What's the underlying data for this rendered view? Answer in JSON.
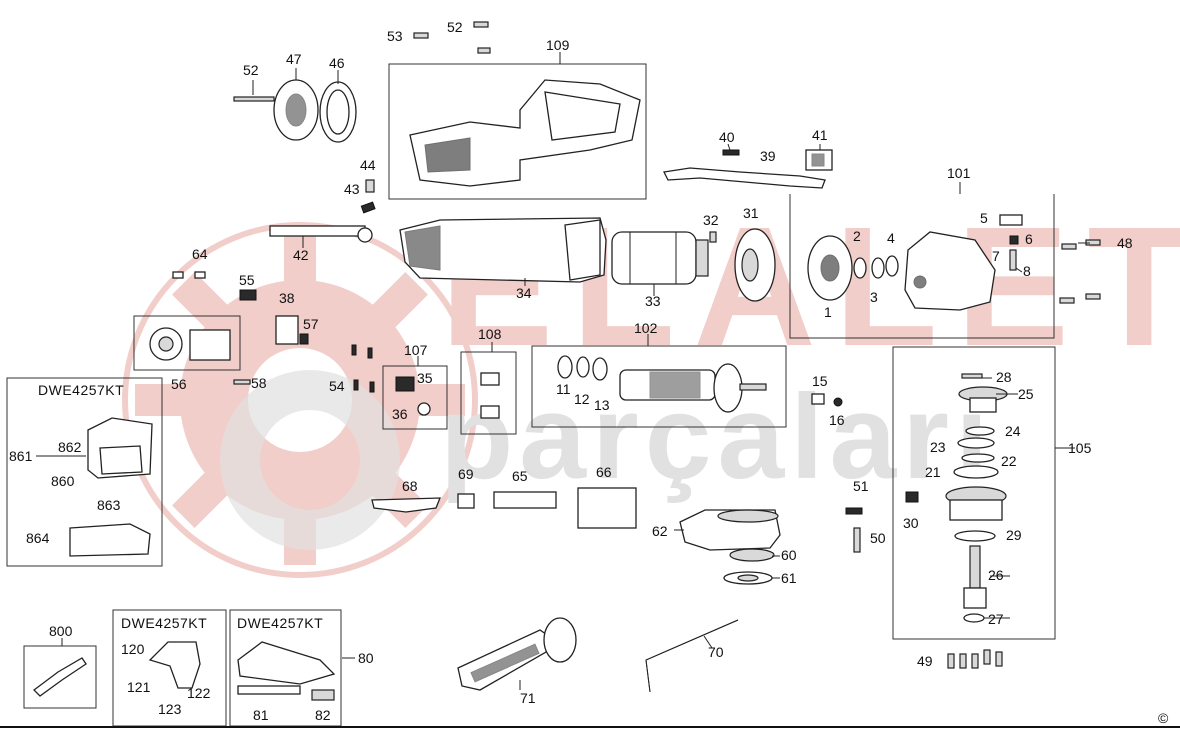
{
  "watermark": {
    "brand_top": "ELALETI",
    "brand_bottom": "parçaları",
    "color": "#e8a79e",
    "gray": "#c8c8c8"
  },
  "kits": {
    "kit_a": "DWE4257KT",
    "kit_b": "DWE4257KT",
    "kit_c": "DWE4257KT"
  },
  "copyright_mark": "©",
  "callouts": [
    {
      "id": "c53",
      "text": "53"
    },
    {
      "id": "c52a",
      "text": "52"
    },
    {
      "id": "c109",
      "text": "109"
    },
    {
      "id": "c52b",
      "text": "52"
    },
    {
      "id": "c47",
      "text": "47"
    },
    {
      "id": "c46",
      "text": "46"
    },
    {
      "id": "c40",
      "text": "40"
    },
    {
      "id": "c41",
      "text": "41"
    },
    {
      "id": "c39",
      "text": "39"
    },
    {
      "id": "c44",
      "text": "44"
    },
    {
      "id": "c43",
      "text": "43"
    },
    {
      "id": "c101",
      "text": "101"
    },
    {
      "id": "c5",
      "text": "5"
    },
    {
      "id": "c6",
      "text": "6"
    },
    {
      "id": "c48",
      "text": "48"
    },
    {
      "id": "c32",
      "text": "32"
    },
    {
      "id": "c31",
      "text": "31"
    },
    {
      "id": "c2",
      "text": "2"
    },
    {
      "id": "c4",
      "text": "4"
    },
    {
      "id": "c7",
      "text": "7"
    },
    {
      "id": "c8",
      "text": "8"
    },
    {
      "id": "c3",
      "text": "3"
    },
    {
      "id": "c1",
      "text": "1"
    },
    {
      "id": "c42",
      "text": "42"
    },
    {
      "id": "c64",
      "text": "64"
    },
    {
      "id": "c34",
      "text": "34"
    },
    {
      "id": "c33",
      "text": "33"
    },
    {
      "id": "c55",
      "text": "55"
    },
    {
      "id": "c38",
      "text": "38"
    },
    {
      "id": "c57",
      "text": "57"
    },
    {
      "id": "c102",
      "text": "102"
    },
    {
      "id": "c108",
      "text": "108"
    },
    {
      "id": "c107",
      "text": "107"
    },
    {
      "id": "c56",
      "text": "56"
    },
    {
      "id": "c58",
      "text": "58"
    },
    {
      "id": "c54",
      "text": "54"
    },
    {
      "id": "c35",
      "text": "35"
    },
    {
      "id": "c11",
      "text": "11"
    },
    {
      "id": "c12",
      "text": "12"
    },
    {
      "id": "c13",
      "text": "13"
    },
    {
      "id": "c15",
      "text": "15"
    },
    {
      "id": "c16",
      "text": "16"
    },
    {
      "id": "c28",
      "text": "28"
    },
    {
      "id": "c25",
      "text": "25"
    },
    {
      "id": "c36",
      "text": "36"
    },
    {
      "id": "c862",
      "text": "862"
    },
    {
      "id": "c861",
      "text": "861"
    },
    {
      "id": "c24",
      "text": "24"
    },
    {
      "id": "c105",
      "text": "105"
    },
    {
      "id": "c23",
      "text": "23"
    },
    {
      "id": "c22",
      "text": "22"
    },
    {
      "id": "c21",
      "text": "21"
    },
    {
      "id": "c860",
      "text": "860"
    },
    {
      "id": "c863",
      "text": "863"
    },
    {
      "id": "c69",
      "text": "69"
    },
    {
      "id": "c65",
      "text": "65"
    },
    {
      "id": "c66",
      "text": "66"
    },
    {
      "id": "c68",
      "text": "68"
    },
    {
      "id": "c51",
      "text": "51"
    },
    {
      "id": "c30",
      "text": "30"
    },
    {
      "id": "c62",
      "text": "62"
    },
    {
      "id": "c29",
      "text": "29"
    },
    {
      "id": "c50",
      "text": "50"
    },
    {
      "id": "c864",
      "text": "864"
    },
    {
      "id": "c60",
      "text": "60"
    },
    {
      "id": "c26",
      "text": "26"
    },
    {
      "id": "c61",
      "text": "61"
    },
    {
      "id": "c800",
      "text": "800"
    },
    {
      "id": "c27",
      "text": "27"
    },
    {
      "id": "c120",
      "text": "120"
    },
    {
      "id": "c80",
      "text": "80"
    },
    {
      "id": "c70",
      "text": "70"
    },
    {
      "id": "c49",
      "text": "49"
    },
    {
      "id": "c121",
      "text": "121"
    },
    {
      "id": "c122",
      "text": "122"
    },
    {
      "id": "c71",
      "text": "71"
    },
    {
      "id": "c123",
      "text": "123"
    },
    {
      "id": "c81",
      "text": "81"
    },
    {
      "id": "c82",
      "text": "82"
    }
  ]
}
